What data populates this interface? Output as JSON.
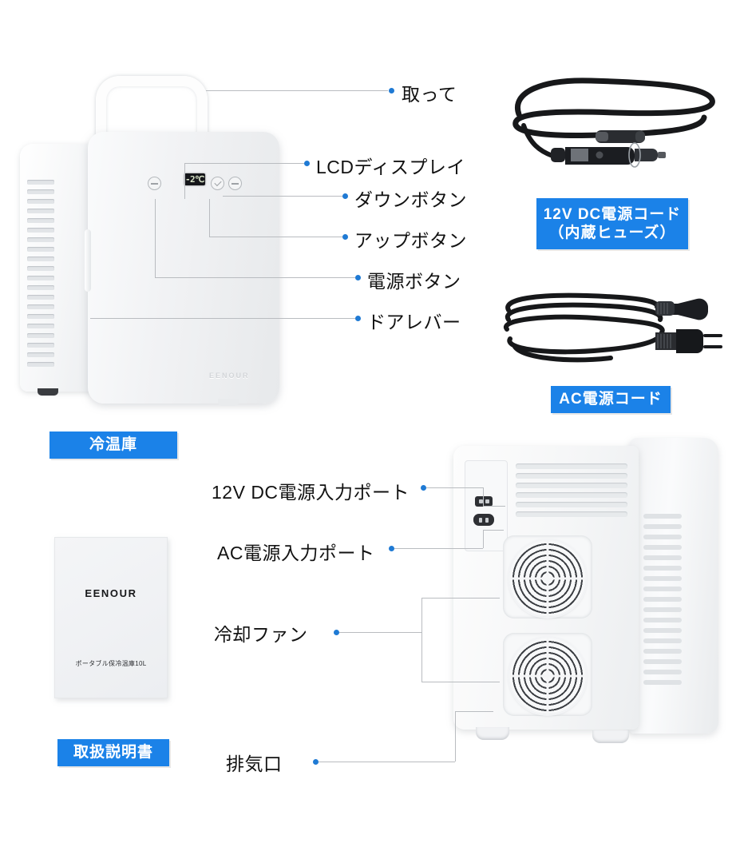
{
  "front_unit": {
    "lcd_value": "-2℃",
    "brand": "EENOUR",
    "badge": "冷温庫",
    "callouts": [
      {
        "id": "handle",
        "label": "取って"
      },
      {
        "id": "lcd",
        "label": "LCDディスプレイ"
      },
      {
        "id": "down",
        "label": "ダウンボタン"
      },
      {
        "id": "up",
        "label": "アップボタン"
      },
      {
        "id": "power",
        "label": "電源ボタン"
      },
      {
        "id": "door_lever",
        "label": "ドアレバー"
      }
    ]
  },
  "rear_unit": {
    "callouts": [
      {
        "id": "dc_port",
        "label": "12V DC電源入力ポート"
      },
      {
        "id": "ac_port",
        "label": "AC電源入力ポート"
      },
      {
        "id": "fan",
        "label": "冷却ファン"
      },
      {
        "id": "exhaust",
        "label": "排気口"
      }
    ]
  },
  "accessories": {
    "dc_cord": {
      "badge_line1": "12V DC電源コード",
      "badge_line2": "（内蔵ヒューズ）"
    },
    "ac_cord": {
      "badge_line1": "AC電源コード",
      "badge_line2": ""
    },
    "manual": {
      "badge": "取扱説明書",
      "cover_brand": "EENOUR",
      "cover_subtitle": "ポータブル保冷温庫10L"
    }
  },
  "colors": {
    "badge_blue": "#1b82e8",
    "dot_blue": "#1f7ad4",
    "lead_gray": "#b9bcc0"
  }
}
